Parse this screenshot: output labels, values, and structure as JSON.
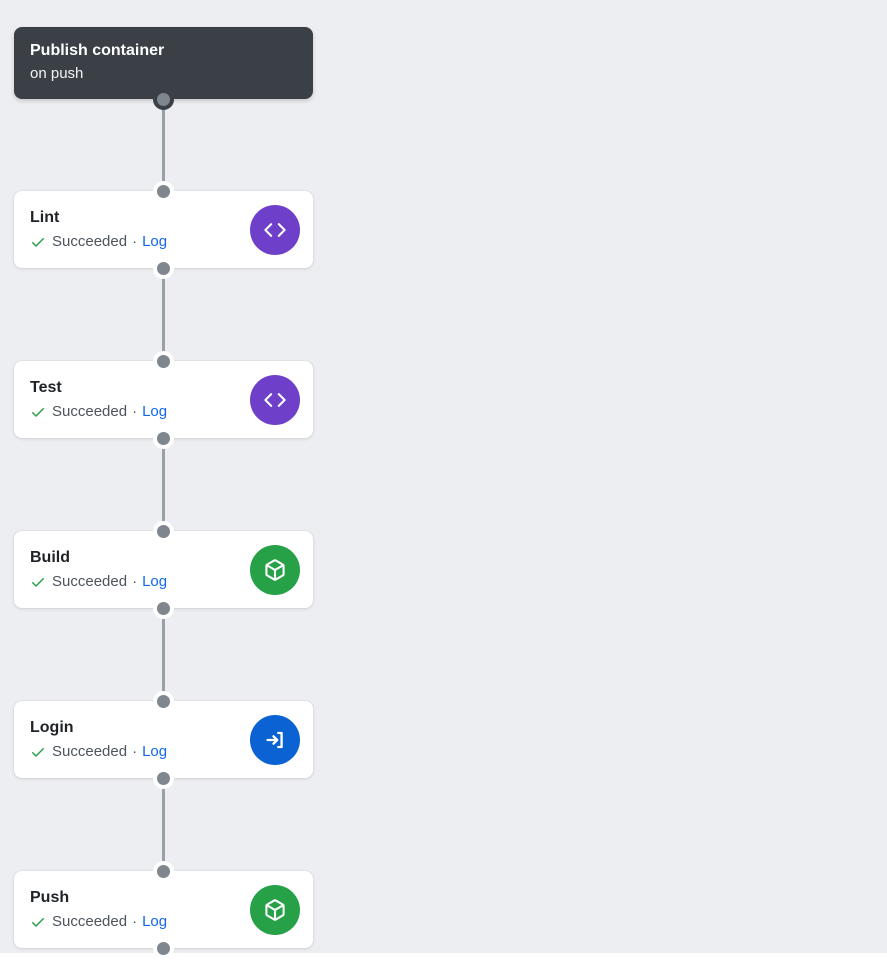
{
  "colors": {
    "background": "#edeef2",
    "footer_strip": "#ffffff",
    "trigger_card": "#3a4046",
    "job_card": "#ffffff",
    "connector_line": "#9aa0a7",
    "connector_dot": "#7f868e",
    "success_green": "#26a148",
    "link_blue": "#1168f0",
    "icon_circle_purple": "#6e40c9",
    "icon_circle_green": "#26a148",
    "icon_circle_blue": "#0b62d2",
    "title_text": "#1f2328",
    "muted_text": "#4d545c"
  },
  "workflow": {
    "trigger": {
      "title": "Publish container",
      "subtitle": "on push"
    },
    "jobs": [
      {
        "name": "Lint",
        "status": "Succeeded",
        "separator": "·",
        "log_label": "Log",
        "icon": "code-icon"
      },
      {
        "name": "Test",
        "status": "Succeeded",
        "separator": "·",
        "log_label": "Log",
        "icon": "code-icon"
      },
      {
        "name": "Build",
        "status": "Succeeded",
        "separator": "·",
        "log_label": "Log",
        "icon": "package-icon"
      },
      {
        "name": "Login",
        "status": "Succeeded",
        "separator": "·",
        "log_label": "Log",
        "icon": "sign-in-icon"
      },
      {
        "name": "Push",
        "status": "Succeeded",
        "separator": "·",
        "log_label": "Log",
        "icon": "package-icon"
      }
    ]
  }
}
